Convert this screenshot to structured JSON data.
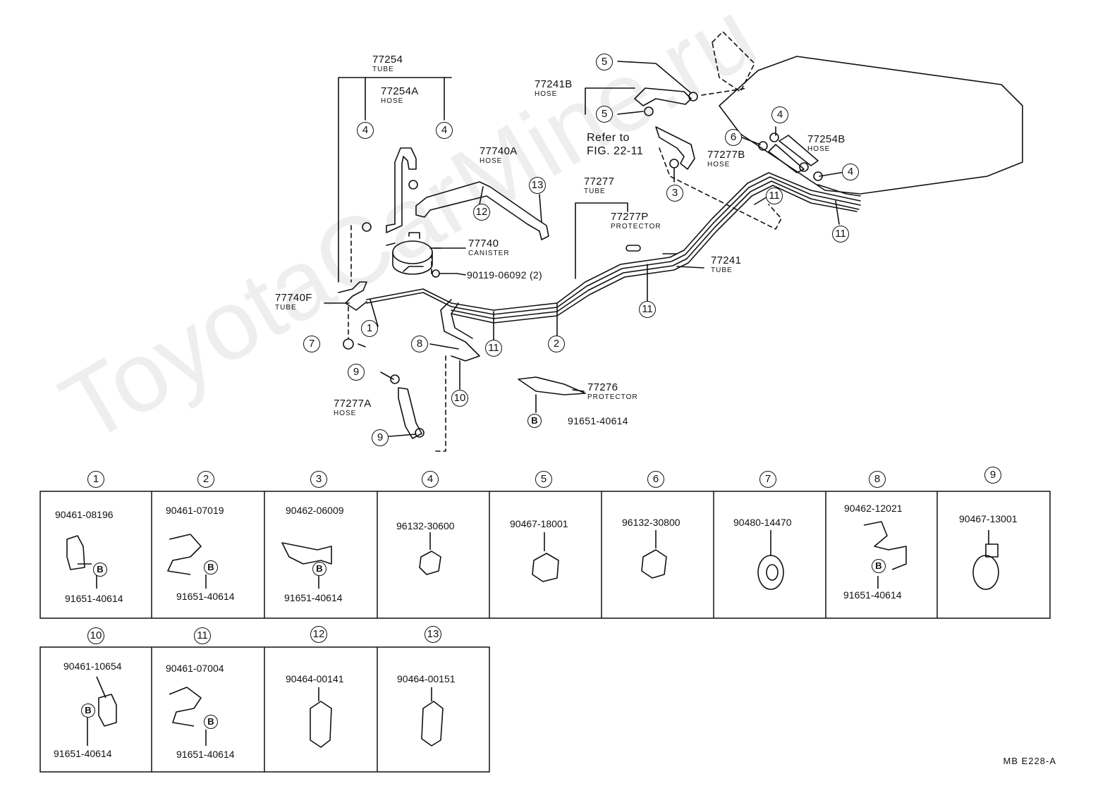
{
  "diagram": {
    "parts": [
      {
        "id": "p77254",
        "number": "77254",
        "desc": "TUBE"
      },
      {
        "id": "p77254A",
        "number": "77254A",
        "desc": "HOSE"
      },
      {
        "id": "p77740A",
        "number": "77740A",
        "desc": "HOSE"
      },
      {
        "id": "p77740",
        "number": "77740",
        "desc": "CANISTER"
      },
      {
        "id": "p90119",
        "number": "90119-06092 (2)",
        "desc": ""
      },
      {
        "id": "p77740F",
        "number": "77740F",
        "desc": "TUBE"
      },
      {
        "id": "p77241B",
        "number": "77241B",
        "desc": "HOSE"
      },
      {
        "id": "p77254B",
        "number": "77254B",
        "desc": "HOSE"
      },
      {
        "id": "p77277B",
        "number": "77277B",
        "desc": "HOSE"
      },
      {
        "id": "p77277",
        "number": "77277",
        "desc": "TUBE"
      },
      {
        "id": "p77277P",
        "number": "77277P",
        "desc": "PROTECTOR"
      },
      {
        "id": "p77241",
        "number": "77241",
        "desc": "TUBE"
      },
      {
        "id": "p77276",
        "number": "77276",
        "desc": "PROTECTOR"
      },
      {
        "id": "p91651d",
        "number": "91651-40614",
        "desc": ""
      },
      {
        "id": "p77277A",
        "number": "77277A",
        "desc": "HOSE"
      }
    ],
    "refer_text": [
      "Refer to",
      "FIG. 22-11"
    ],
    "bolt_letter": "B"
  },
  "table": {
    "row1": [
      {
        "num": "1",
        "part": "90461-08196",
        "bolt": "91651-40614"
      },
      {
        "num": "2",
        "part": "90461-07019",
        "bolt": "91651-40614"
      },
      {
        "num": "3",
        "part": "90462-06009",
        "bolt": "91651-40614"
      },
      {
        "num": "4",
        "part": "96132-30600",
        "bolt": ""
      },
      {
        "num": "5",
        "part": "90467-18001",
        "bolt": ""
      },
      {
        "num": "6",
        "part": "96132-30800",
        "bolt": ""
      },
      {
        "num": "7",
        "part": "90480-14470",
        "bolt": ""
      },
      {
        "num": "8",
        "part": "90462-12021",
        "bolt": "91651-40614"
      },
      {
        "num": "9",
        "part": "90467-13001",
        "bolt": ""
      }
    ],
    "row2": [
      {
        "num": "10",
        "part": "90461-10654",
        "bolt": "91651-40614"
      },
      {
        "num": "11",
        "part": "90461-07004",
        "bolt": "91651-40614"
      },
      {
        "num": "12",
        "part": "90464-00141",
        "bolt": ""
      },
      {
        "num": "13",
        "part": "90464-00151",
        "bolt": ""
      }
    ]
  },
  "footer_code": "MB  E228-A",
  "watermark": "ToyotaCarMine.ru"
}
